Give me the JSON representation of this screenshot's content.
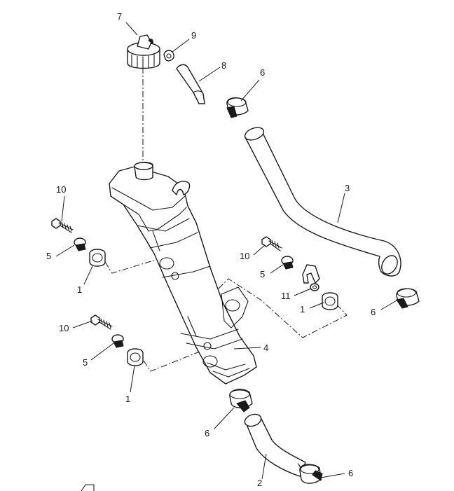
{
  "callouts": {
    "c1a": "1",
    "c1b": "1",
    "c1c": "1",
    "c2": "2",
    "c3": "3",
    "c4": "4",
    "c5a": "5",
    "c5b": "5",
    "c5c": "5",
    "c6a": "6",
    "c6b": "6",
    "c6c": "6",
    "c6d": "6",
    "c7": "7",
    "c8": "8",
    "c9": "9",
    "c10a": "10",
    "c10b": "10",
    "c10c": "10",
    "c11": "11"
  },
  "colors": {
    "line": "#1a1a1a",
    "background": "#ffffff"
  }
}
